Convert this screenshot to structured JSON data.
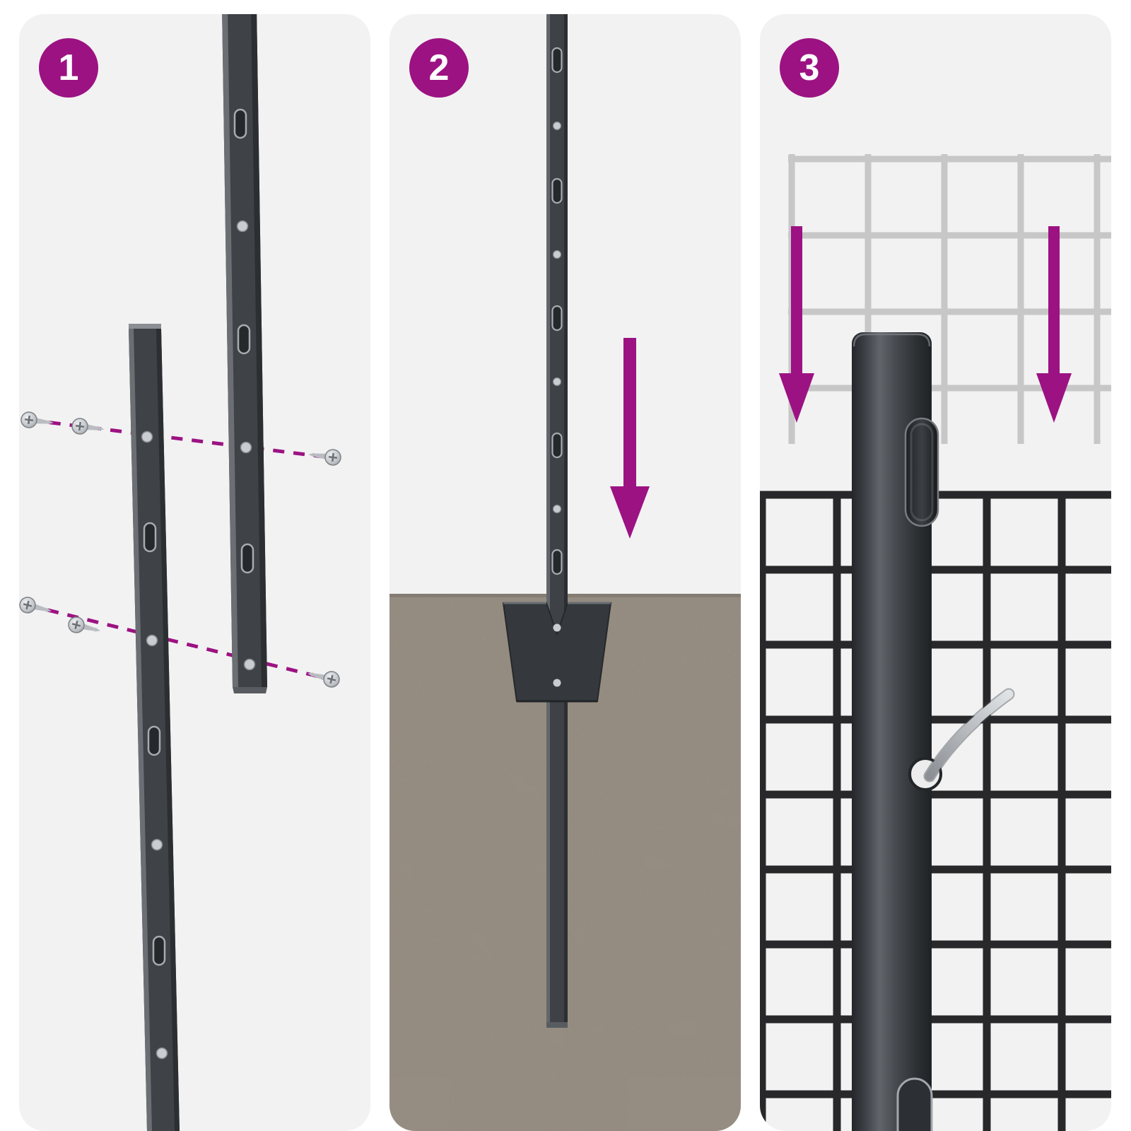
{
  "document": {
    "kind": "fence-post-installation-instructions",
    "visible_text": [
      "1",
      "2",
      "3"
    ]
  },
  "colors": {
    "accent_magenta": "#9c1282",
    "page_background": "#ffffff",
    "panel_background": "#f2f2f2",
    "post_dark": "#3e4145",
    "hardware_silver": "#c9cdd1",
    "ground_brown": "#a89a8b",
    "mesh_front_black": "#28282a",
    "mesh_back_gray": "#c7c7c8"
  },
  "icons": {
    "step-badge": "filled magenta circle with white number",
    "down-arrow": "solid magenta downward arrow",
    "screw": "phillips-head screw with tapered shaft",
    "dashed-line": "magenta dashed alignment line"
  },
  "steps": [
    {
      "number": "1",
      "name": "align-posts-with-screws",
      "illustration": "two studded metal posts, screws on magenta dashed alignment lines pointing to post holes"
    },
    {
      "number": "2",
      "name": "drive-post-into-ground",
      "illustration": "post with V-shaped anchor plate driven into soil, magenta down arrow"
    },
    {
      "number": "3",
      "name": "hang-mesh-on-post",
      "illustration": "gray mesh lowered (two magenta down arrows) onto post with hook tabs and wire clip through hole, black mesh in front"
    }
  ]
}
